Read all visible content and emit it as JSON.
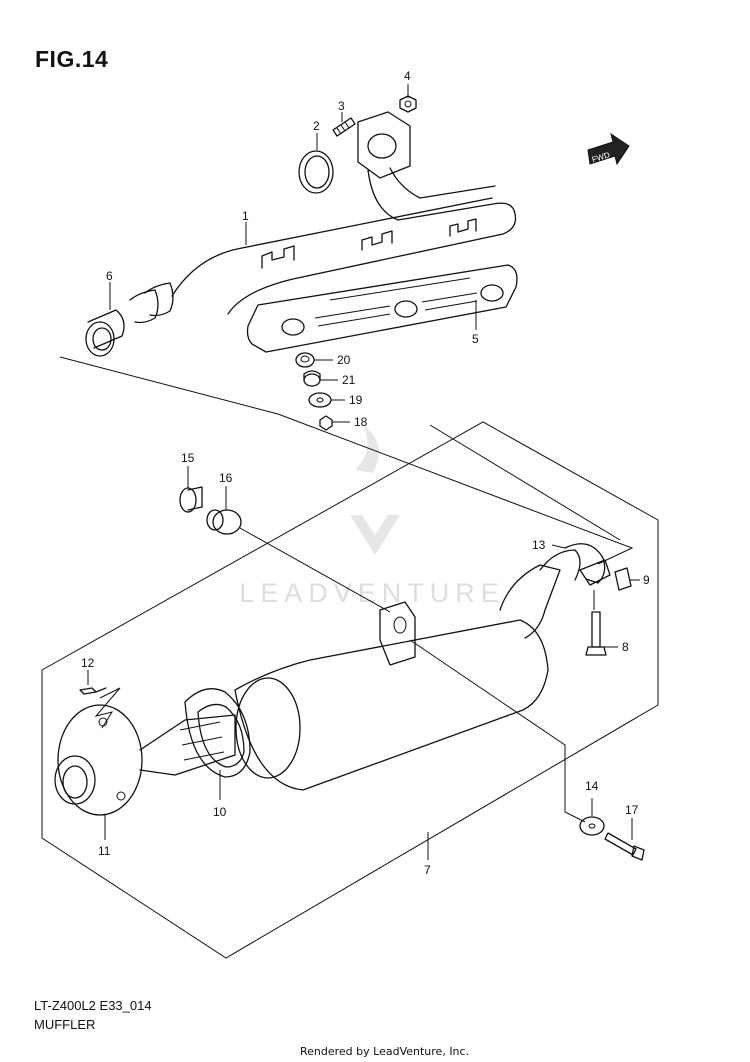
{
  "figure": {
    "title": "FIG.14",
    "model_code": "LT-Z400L2 E33_014",
    "name": "MUFFLER",
    "rendered_by": "Rendered by LeadVenture, Inc.",
    "watermark": "LEADVENTURE",
    "fwd_label": "FWD"
  },
  "callouts": [
    "1",
    "2",
    "3",
    "4",
    "5",
    "6",
    "7",
    "8",
    "9",
    "10",
    "11",
    "12",
    "13",
    "14",
    "15",
    "16",
    "17",
    "18",
    "19",
    "20",
    "21"
  ],
  "colors": {
    "line": "#111111",
    "watermark": "#d9d9d9",
    "background": "#ffffff"
  }
}
